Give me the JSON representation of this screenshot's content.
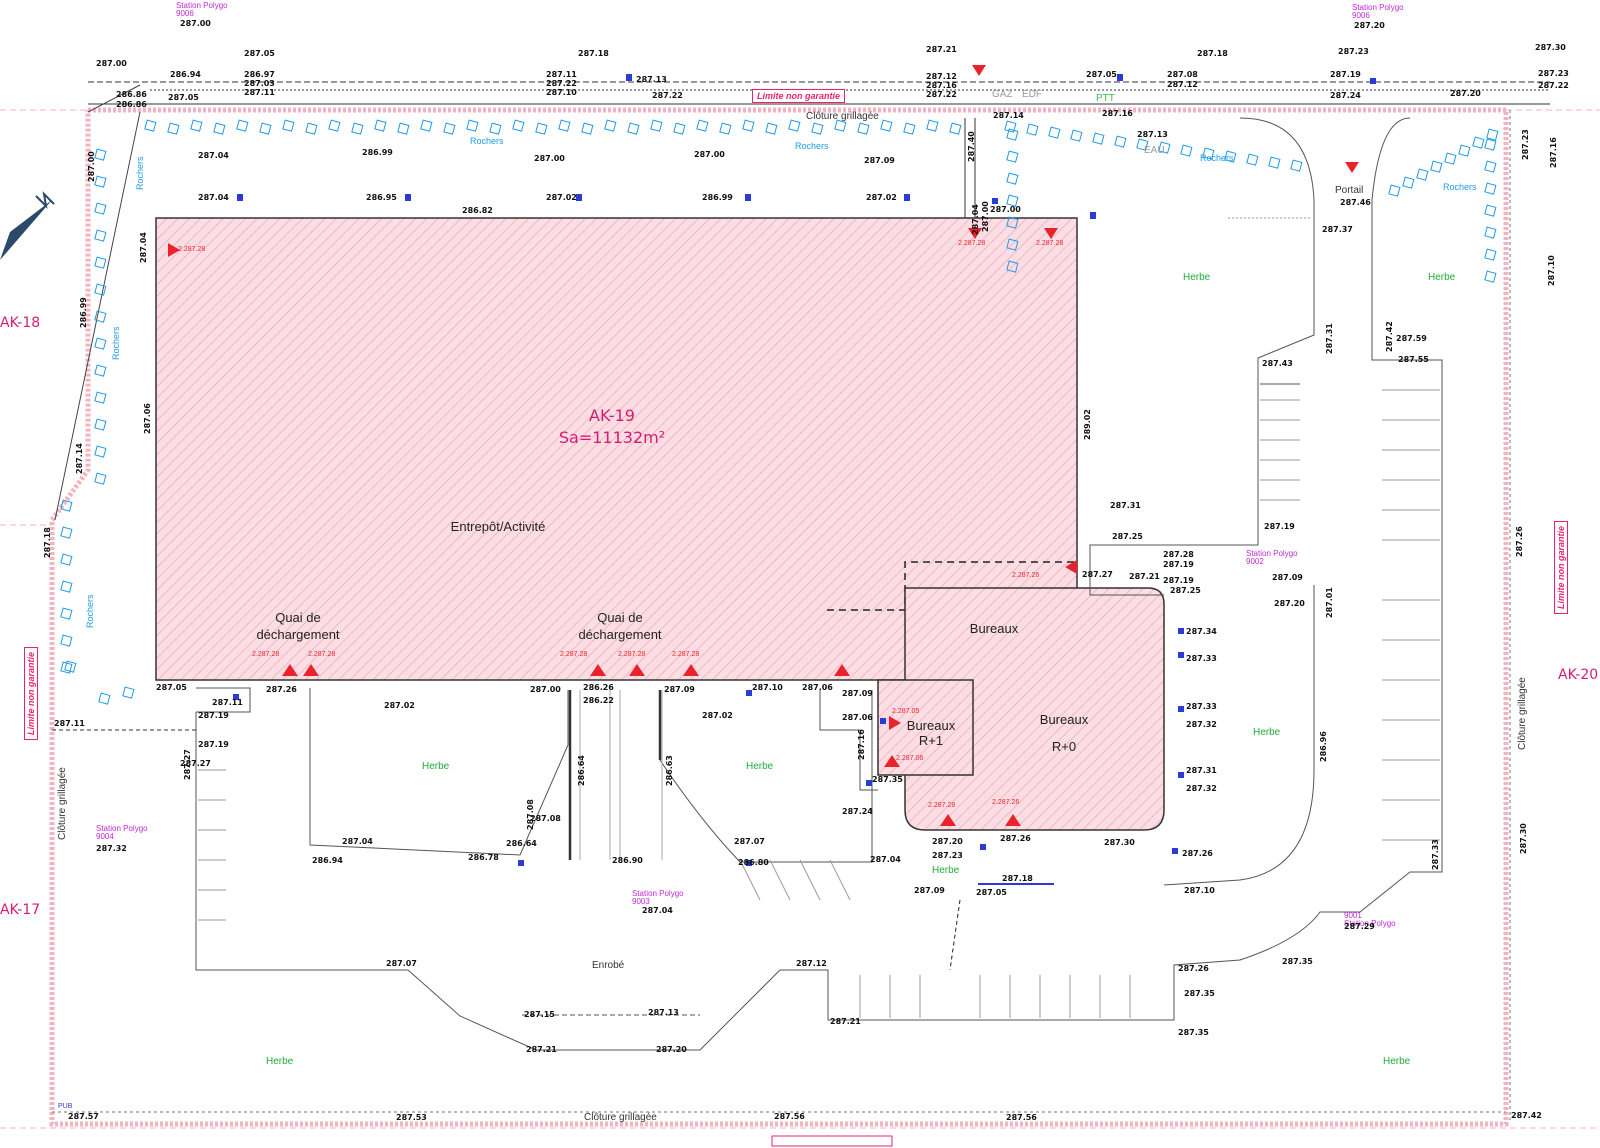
{
  "parcel": {
    "id": "AK-19",
    "area": "Sa=11132m²"
  },
  "zones": {
    "left_upper": "AK-18",
    "left_lower": "AK-17",
    "right": "AK-20"
  },
  "buildings": {
    "main": "Entrepôt/Activité",
    "quai_1": "Quai de\ndéchargement",
    "quai_2": "Quai de\ndéchargement",
    "bureaux": "Bureaux",
    "bureaux_r1_a": "Bureaux",
    "bureaux_r1_b": "R+1",
    "bureaux_r0_a": "Bureaux",
    "bureaux_r0_b": "R+0"
  },
  "labels": {
    "herbe": "Herbe",
    "rochers": "Rochers",
    "cloture": "Clôture grillagée",
    "enrobe": "Enrobé",
    "portail": "Portail",
    "gaz": "GAZ",
    "edf": "EDF",
    "ptt": "PTT",
    "eau": "EAU",
    "pub": "PUB",
    "limite": "Limite non garantie",
    "station": "Station Polygo"
  },
  "stations": [
    "9006",
    "9006",
    "9004",
    "9003",
    "9001",
    "9002"
  ],
  "levels": {
    "top": [
      "287.00",
      "287.05",
      "287.18",
      "287.21",
      "287.18",
      "287.23",
      "287.30",
      "287.00",
      "287.20"
    ],
    "top_row": [
      "286.94",
      "286.97",
      "287.03",
      "287.11",
      "287.11",
      "287.13",
      "287.10",
      "287.22",
      "287.12",
      "287.16",
      "287.22",
      "287.05",
      "287.08",
      "287.12",
      "287.19",
      "287.24",
      "287.20",
      "287.23",
      "287.22",
      "286.86",
      "286.86",
      "287.05",
      "287.22"
    ],
    "inner": [
      "287.04",
      "286.99",
      "287.00",
      "287.00",
      "287.09",
      "287.04",
      "286.95",
      "287.02",
      "286.99",
      "287.02",
      "286.82",
      "287.14",
      "287.16",
      "287.13",
      "287.00",
      "287.37",
      "287.46"
    ],
    "building_edge": [
      "287.05",
      "287.26",
      "287.00",
      "286.26",
      "286.22",
      "287.09",
      "287.10",
      "287.06",
      "287.09",
      "287.06",
      "287.02",
      "287.11",
      "287.02"
    ],
    "right_side": [
      "287.43",
      "287.59",
      "287.55",
      "287.19",
      "287.09",
      "287.20",
      "287.31",
      "287.25",
      "287.28",
      "287.19",
      "287.27",
      "287.21",
      "287.19",
      "287.25",
      "287.34",
      "287.33",
      "287.33",
      "287.32",
      "287.31",
      "287.32",
      "287.30",
      "287.26",
      "287.10"
    ],
    "south": [
      "287.19",
      "287.04",
      "286.94",
      "286.78",
      "286.64",
      "286.90",
      "287.07",
      "286.80",
      "287.04",
      "287.09",
      "287.05",
      "287.18",
      "287.20",
      "287.23",
      "287.26",
      "287.24",
      "287.35",
      "287.04",
      "287.07",
      "287.12",
      "287.15",
      "287.13",
      "287.21",
      "287.20",
      "287.21",
      "287.26",
      "287.35",
      "287.35",
      "287.29",
      "287.35",
      "287.57",
      "287.53",
      "287.56",
      "287.56",
      "287.42",
      "287.32",
      "287.11",
      "287.19",
      "287.27",
      "287.08"
    ],
    "vertical": [
      "287.00",
      "286.99",
      "287.14",
      "287.18",
      "287.04",
      "287.06",
      "287.27",
      "287.40",
      "287.04",
      "287.00",
      "289.02",
      "287.23",
      "287.16",
      "287.10",
      "287.31",
      "287.42",
      "287.01",
      "286.96",
      "287.33",
      "287.30",
      "287.26",
      "286.64",
      "286.63",
      "287.16",
      "287.08"
    ],
    "red_marks": [
      "2.287.28",
      "2.287.28",
      "2.287.28",
      "2.287.26",
      "2.287.28",
      "2.287.28",
      "2.287.28",
      "2.287.28",
      "2.287.28",
      "2.287.05",
      "2.287.28",
      "2.287.26",
      "2.287.06"
    ]
  }
}
